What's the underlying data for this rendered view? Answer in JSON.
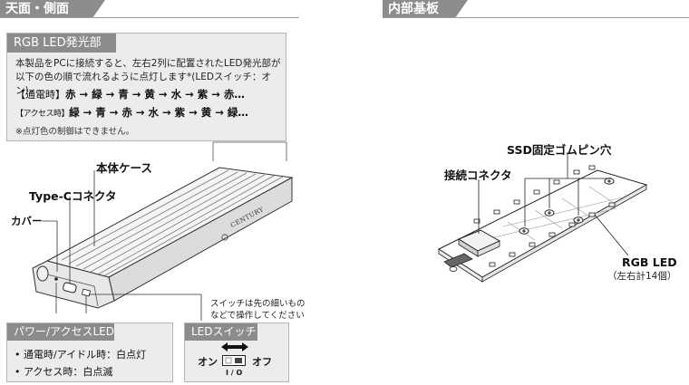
{
  "sections": {
    "top_side": "天面・側面",
    "internal": "内部基板"
  },
  "rgb_box": {
    "title": "RGB LED発光部",
    "desc_line1": "本製品をPCに接続すると、左右2列に配置されたLED発光部が",
    "desc_line2": "以下の色の順で流れるように点灯します*(LEDスイッチ：オン)。",
    "seq_power_prefix": "【通電時】",
    "seq_power": "赤 → 緑 → 青 → 黄 → 水 → 紫 → 赤…",
    "seq_access_prefix": "【アクセス時】",
    "seq_access": "緑 → 青 → 赤 → 水 → 紫 → 黄 → 緑…",
    "note": "※点灯色の制御はできません。"
  },
  "callouts": {
    "body_case": "本体ケース",
    "typec": "Type-Cコネクタ",
    "cover": "カバー",
    "ssd_pins": "SSD固定ゴムピン穴",
    "connector": "接続コネクタ",
    "rgb_led": "RGB LED",
    "rgb_led_count": "（左右計14個）"
  },
  "brand": "CENTURY",
  "switch_note": {
    "line1": "スイッチは先の細いもの",
    "line2": "などで操作してください"
  },
  "power_box": {
    "title": "パワー/アクセスLED",
    "line1": "• 通電時/アイドル時：白点灯",
    "line2": "• アクセス時：白点滅"
  },
  "switch_box": {
    "title": "LEDスイッチ",
    "on": "オン",
    "off": "オフ",
    "io_on": "I",
    "io_sep": "/",
    "io_off": "O"
  }
}
